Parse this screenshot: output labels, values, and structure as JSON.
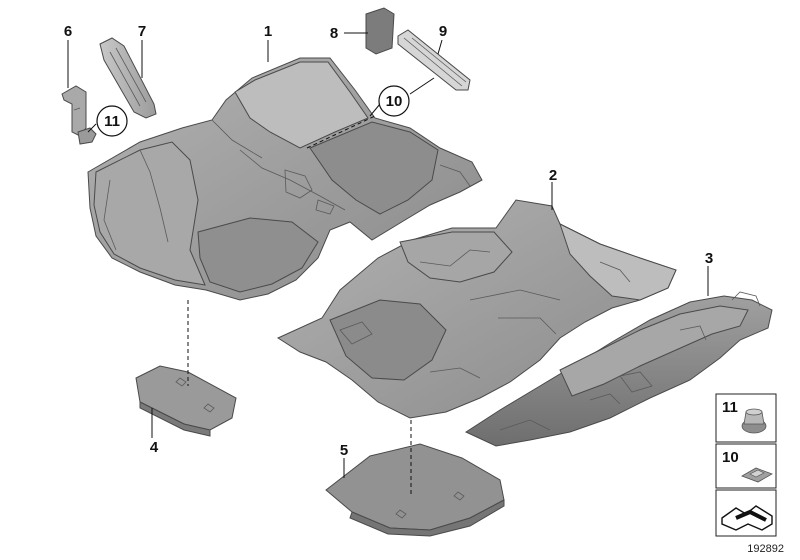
{
  "diagram": {
    "callouts": {
      "c1": "1",
      "c2": "2",
      "c3": "3",
      "c4": "4",
      "c5": "5",
      "c6": "6",
      "c7": "7",
      "c8": "8",
      "c9": "9",
      "c10": "10",
      "c11": "11"
    },
    "legend": {
      "item_11": "11",
      "item_10": "10"
    },
    "reference_number": "192892"
  },
  "colors": {
    "part_fill": "#9a9a9a",
    "part_dark": "#7d7d7d",
    "part_light": "#b4b4b4",
    "line": "#111111"
  }
}
